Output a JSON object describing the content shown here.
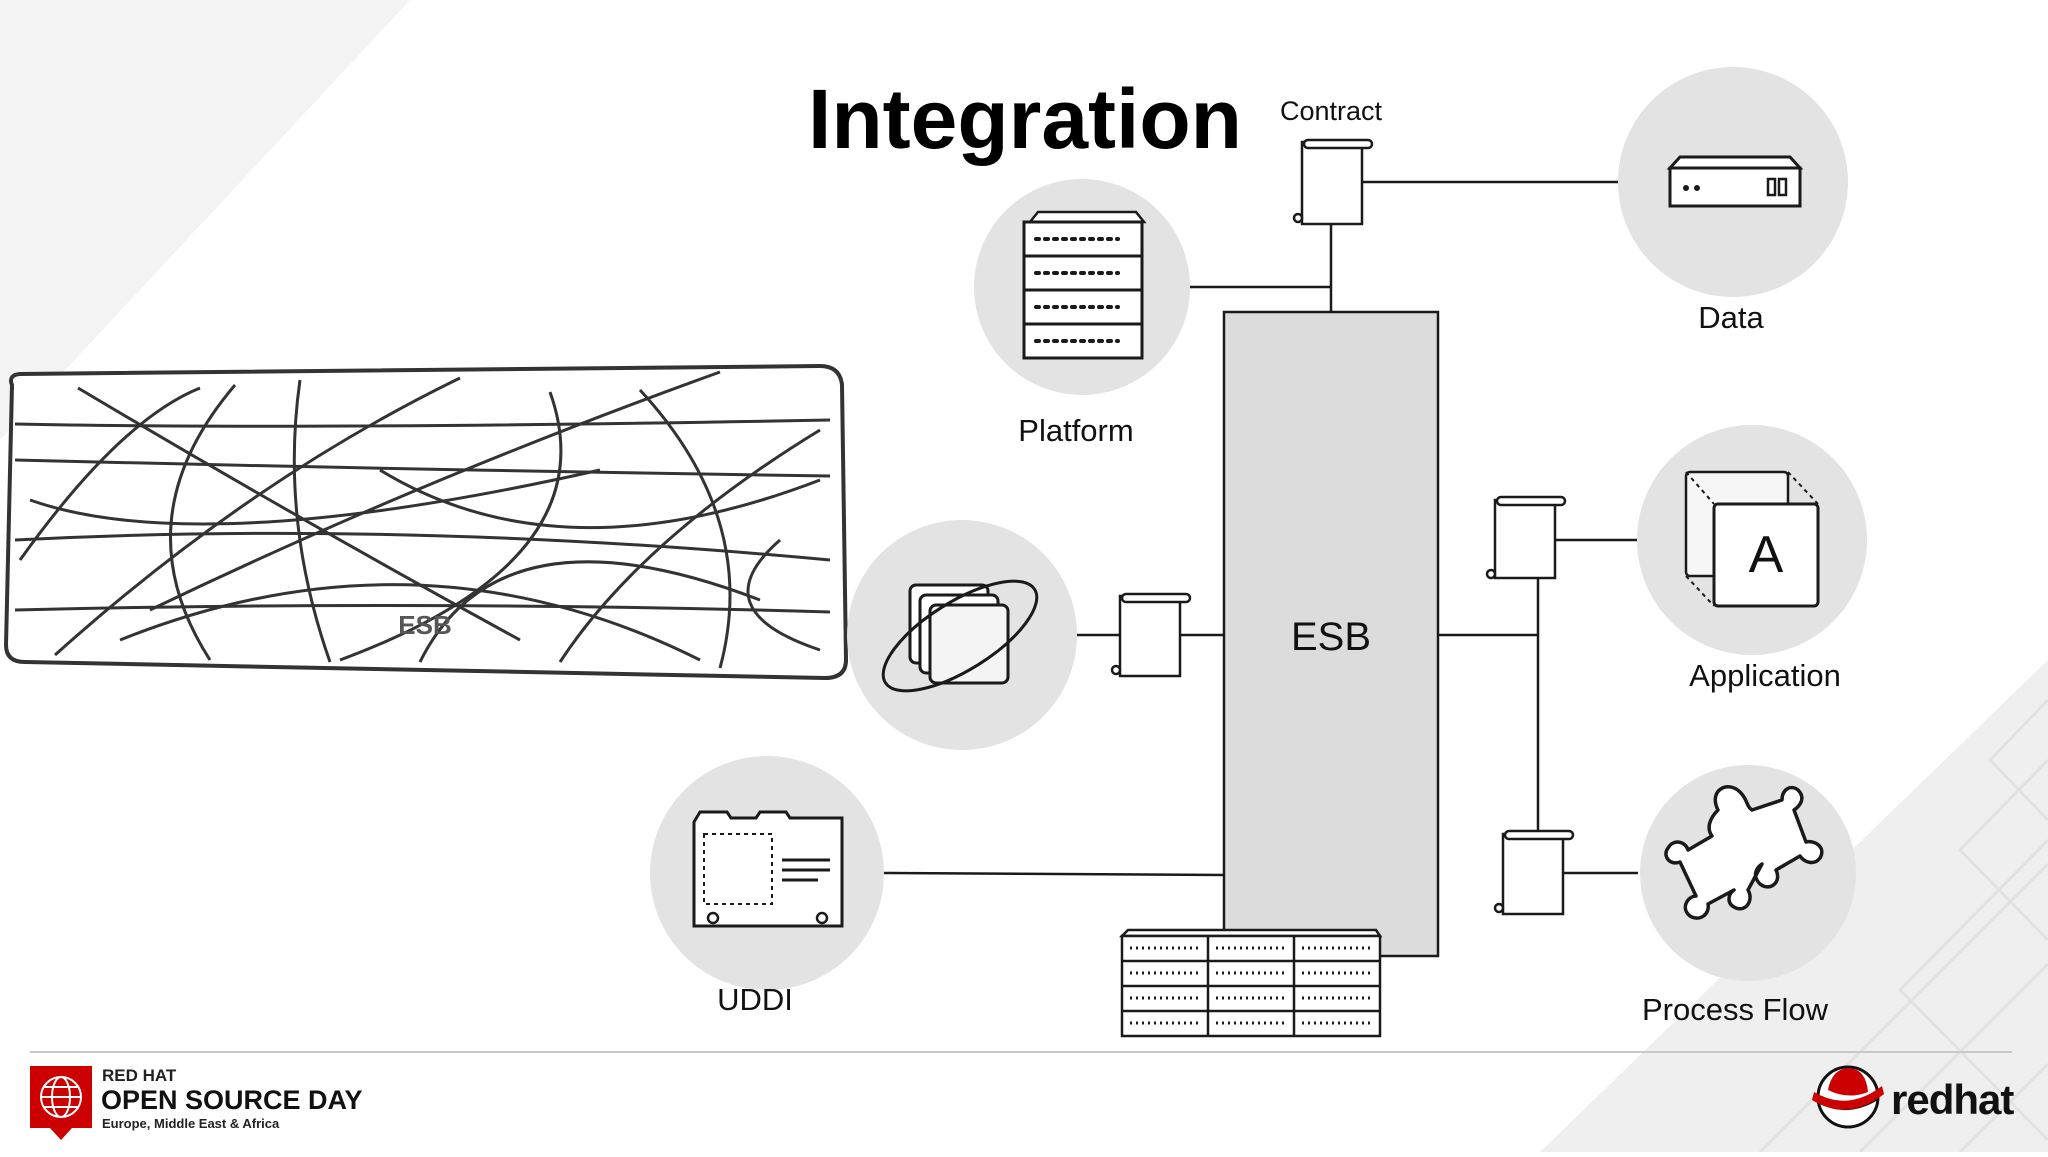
{
  "slide": {
    "title": "Integration",
    "esb_cloud_label": "ESB",
    "esb_bus_label": "ESB"
  },
  "nodes": {
    "contract": {
      "label": "Contract",
      "icon": "contract-scroll-icon"
    },
    "platform": {
      "label": "Platform",
      "icon": "server-rack-icon"
    },
    "data": {
      "label": "Data",
      "icon": "storage-device-icon"
    },
    "application": {
      "label": "Application",
      "icon": "application-window-icon",
      "glyph": "A"
    },
    "process_flow": {
      "label": "Process Flow",
      "icon": "puzzle-piece-icon"
    },
    "uddi": {
      "label": "UDDI",
      "icon": "registry-card-icon"
    },
    "service": {
      "label": "",
      "icon": "orbit-stack-icon"
    }
  },
  "footer": {
    "event_brand": "RED HAT",
    "event_name": "OPEN SOURCE DAY",
    "event_region": "Europe, Middle East & Africa",
    "company_logo": "redhat"
  },
  "colors": {
    "circle": "#e3e3e3",
    "bus": "#dcdcdc",
    "brand_red": "#cc0000",
    "stroke": "#1a1a1a"
  }
}
